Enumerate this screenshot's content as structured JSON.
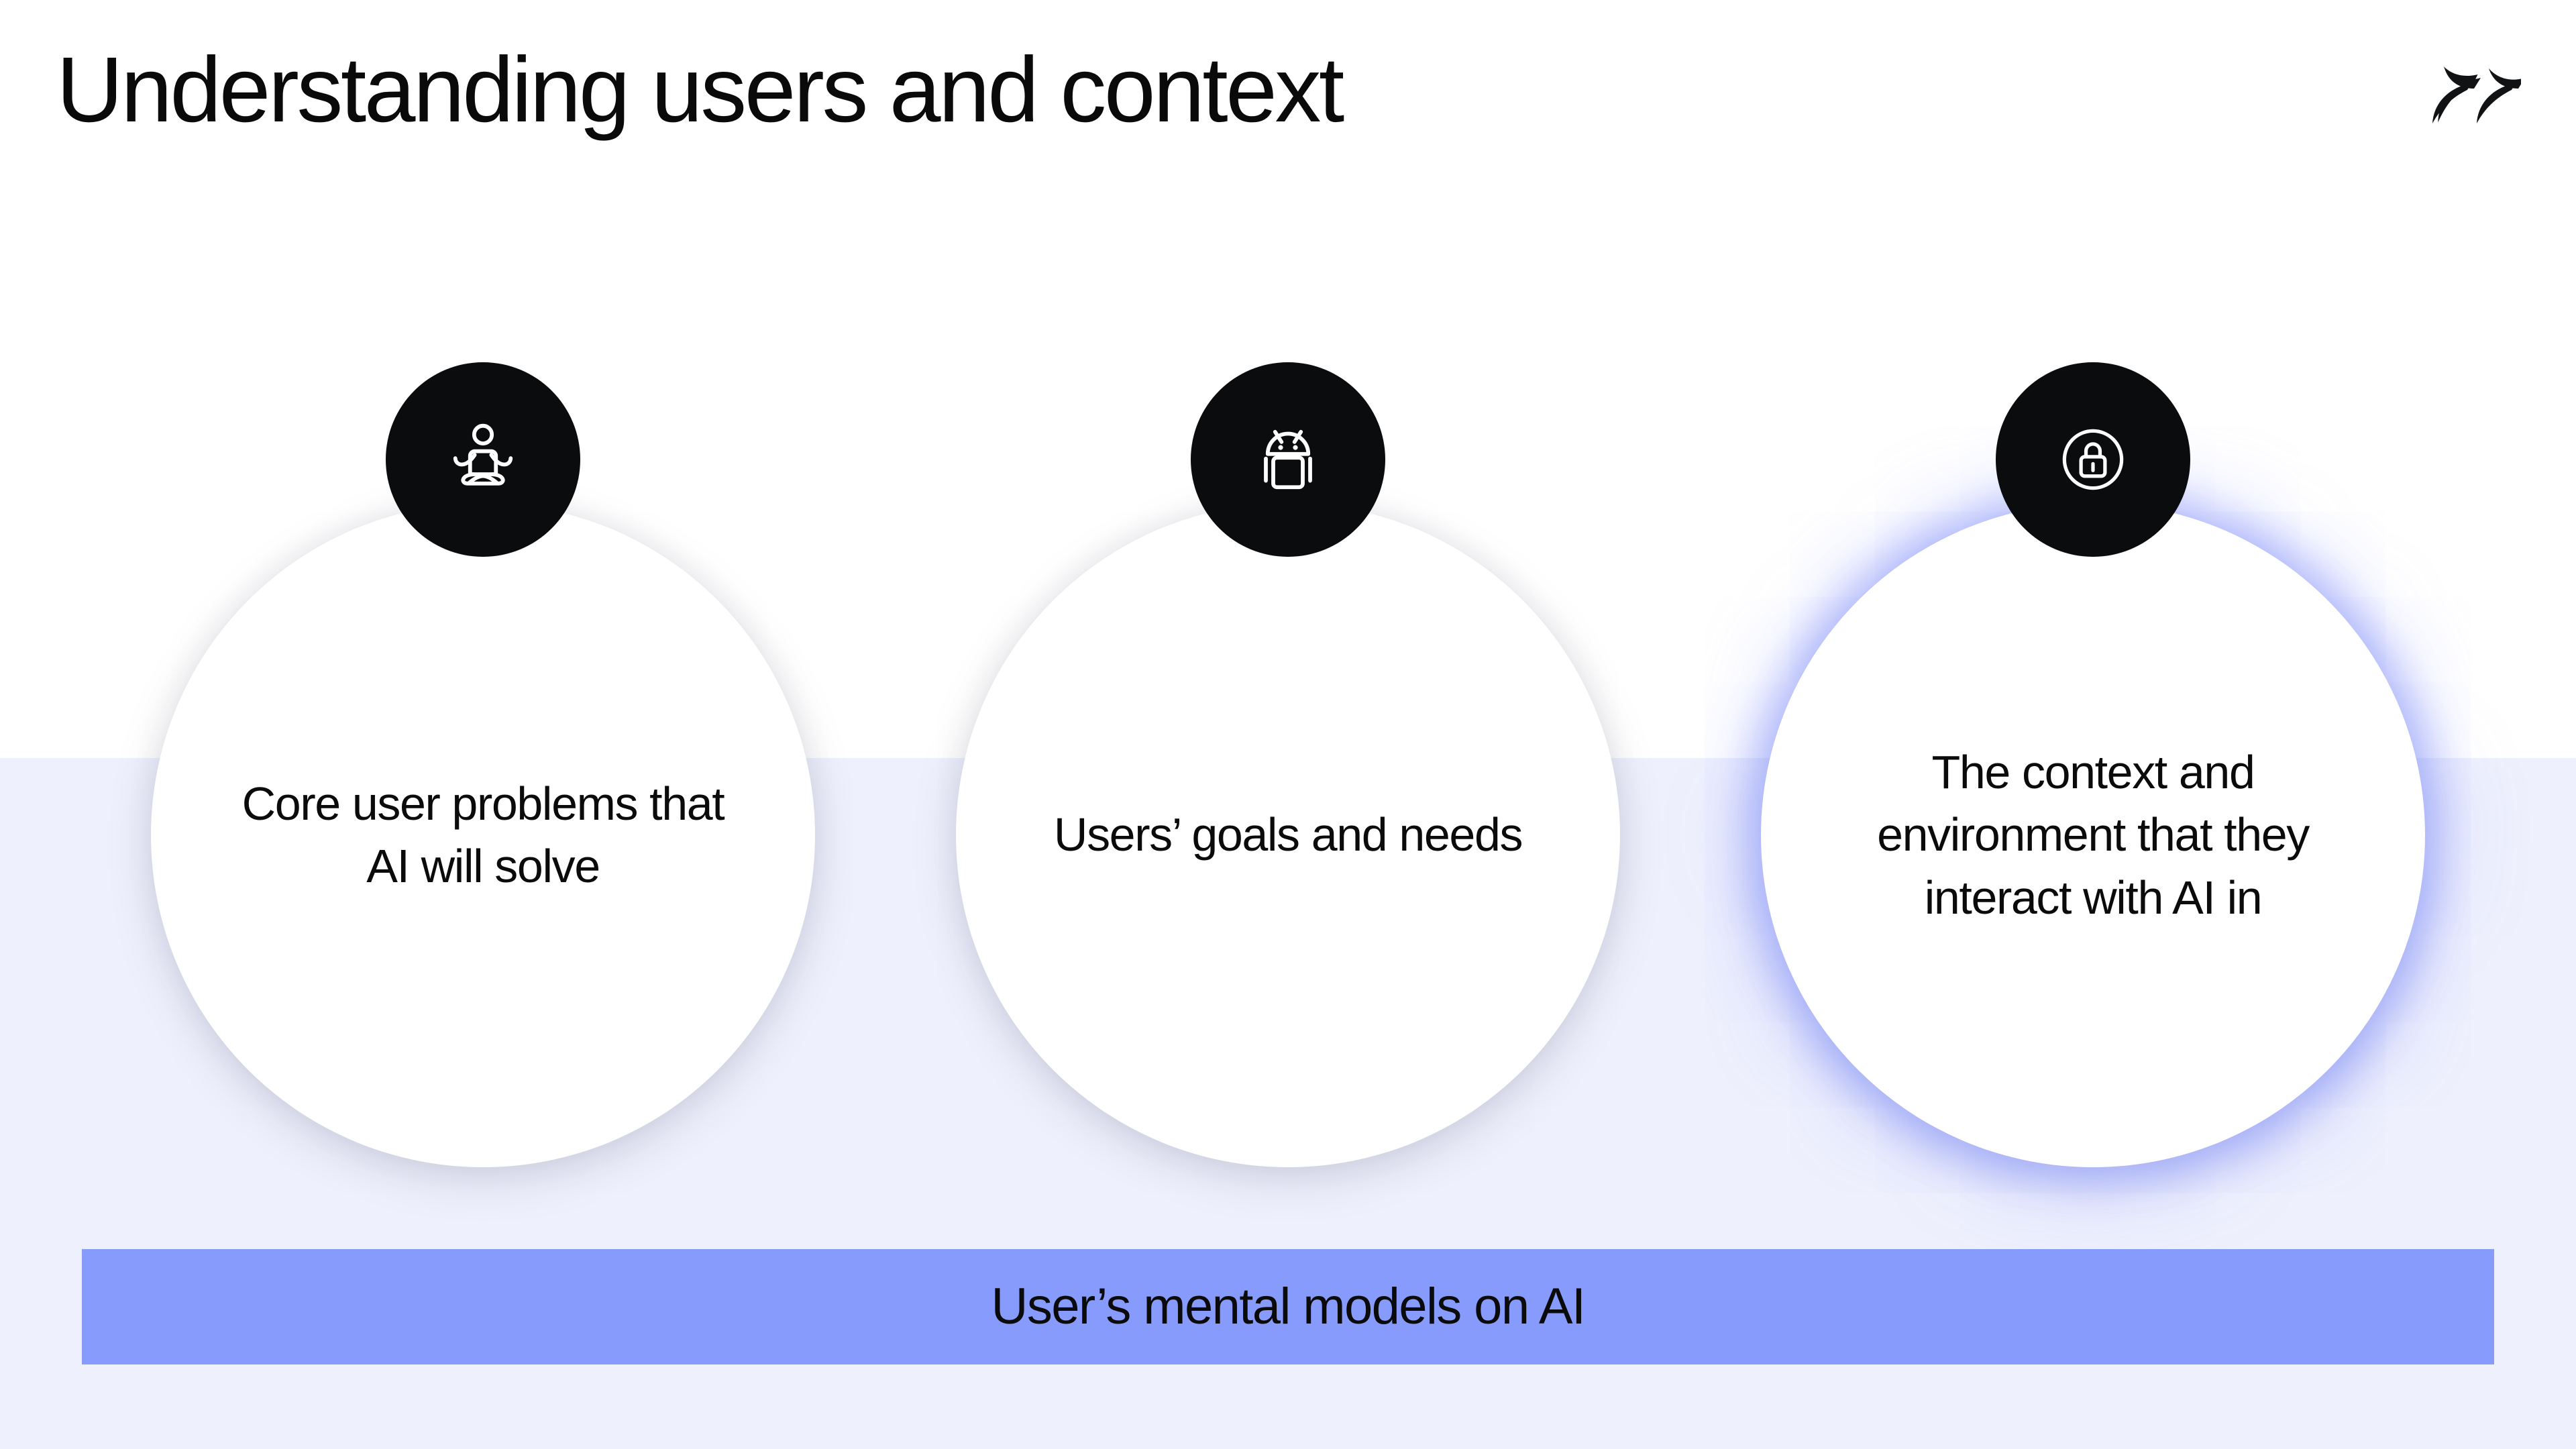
{
  "slide": {
    "title": "Understanding users and context",
    "logo_icon": "double-chevron-brand-logo",
    "colors": {
      "background_top": "#ffffff",
      "background_bottom": "#eef0fd",
      "badge": "#0b0c0d",
      "banner": "#869bfc",
      "text": "#0b0b0b",
      "glow": "#8a98ff"
    }
  },
  "pillars": [
    {
      "icon": "meditating-person-icon",
      "text": "Core user problems that AI will solve",
      "highlighted": false
    },
    {
      "icon": "android-robot-icon",
      "text": "Users’ goals and needs",
      "highlighted": false
    },
    {
      "icon": "lock-in-circle-icon",
      "text": "The context and environment that they interact with AI in",
      "highlighted": true
    }
  ],
  "banner": {
    "label": "User’s mental models on AI"
  }
}
